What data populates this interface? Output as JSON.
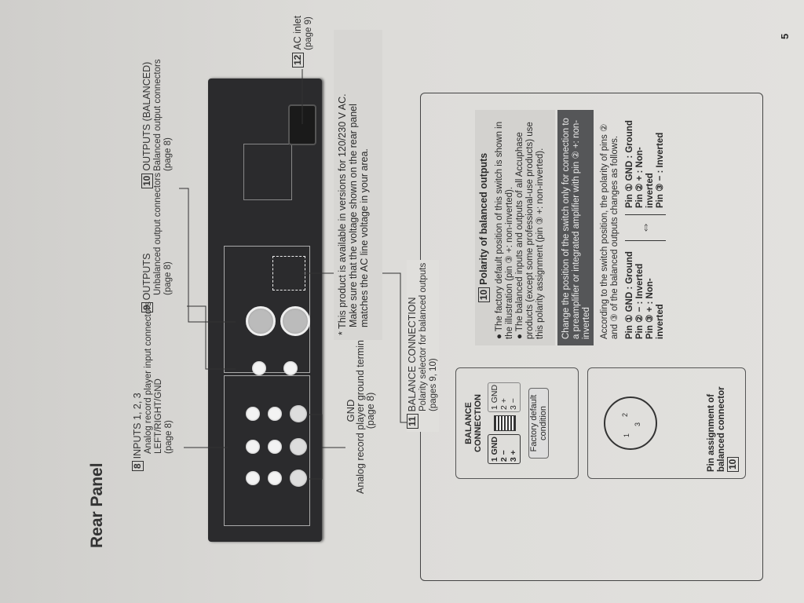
{
  "page": {
    "title": "Rear Panel",
    "page_number": "5"
  },
  "callouts": {
    "inputs": {
      "num": "8",
      "title": "INPUTS 1, 2, 3",
      "desc": "Analog record player input connectors",
      "desc2": "LEFT/RIGHT/GND",
      "ref": "(page 8)"
    },
    "outputs": {
      "num": "9",
      "title": "OUTPUTS",
      "desc": "Unbalanced output connectors",
      "ref": "(page 8)"
    },
    "outputs_balanced": {
      "num": "10",
      "title": "OUTPUTS (BALANCED)",
      "desc": "Balanced output connectors",
      "ref": "(page 8)"
    },
    "ac_inlet": {
      "num": "12",
      "title": "AC inlet",
      "ref": "(page 9)"
    },
    "gnd": {
      "title": "GND",
      "desc": "Analog record player ground terminals",
      "ref": "(page 8)"
    }
  },
  "note": {
    "line1": "* This product is available in versions for 120/230 V AC.",
    "line2": "Make sure that the voltage shown on the rear panel",
    "line3": "matches the AC line voltage in your area."
  },
  "balance": {
    "num": "11",
    "title": "BALANCE CONNECTION",
    "desc": "Polarity selector for balanced outputs",
    "ref": "(pages 9, 10)",
    "polarity": {
      "num": "10",
      "title": "Polarity of balanced outputs",
      "bullet1": "The factory default position of this switch is shown in the illustration (pin ③ +: non-inverted).",
      "bullet2": "The balanced inputs and outputs of all Accuphase products (except some professional-use products) use this polarity assignment (pin ③ +: non-inverted)."
    },
    "warning": "Change the position of the switch only for connection to a preamplifier or integrated amplifier with pin ② +: non-inverted",
    "explain": "According to the switch position, the polarity of pins ② and ③ of the balanced outputs changes as follows.",
    "left_pins": [
      "Pin ① GND : Ground",
      "Pin ②  −  : Inverted",
      "Pin ③  +  : Non-inverted"
    ],
    "right_pins": [
      "Pin ① GND : Ground",
      "Pin ②  +  : Non-inverted",
      "Pin ③  −  : Inverted"
    ],
    "switch_box": {
      "title1": "BALANCE",
      "title2": "CONNECTION",
      "left": [
        "1 GND",
        "2  −",
        "3  +"
      ],
      "right": [
        "1 GND",
        "2  +",
        "3  −"
      ],
      "callout1": "Factory default",
      "callout2": "condition"
    },
    "pin_box": {
      "caption1": "Pin assignment of",
      "caption2": "balanced connector",
      "num": "10",
      "pins": [
        "1",
        "2",
        "3"
      ]
    }
  }
}
